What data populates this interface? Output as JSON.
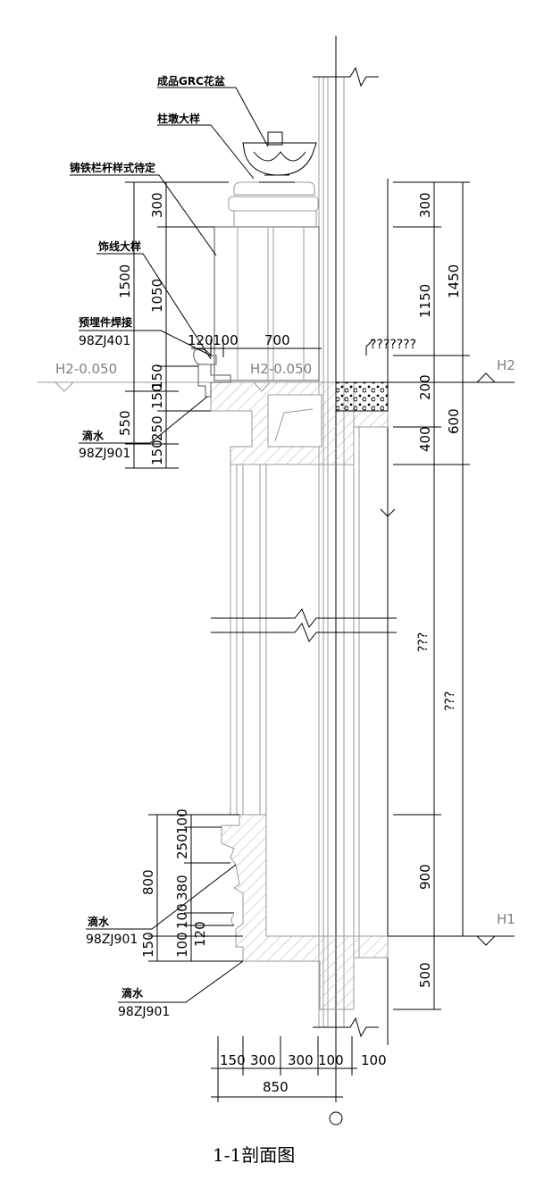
{
  "title": "1-1剖面图",
  "labels": {
    "grc_flowerpot": "成品GRC花盆",
    "column_cap": "柱墩大样",
    "iron_railing": "铸铁栏杆样式待定",
    "molding": "饰线大样",
    "embedded_weld": "预埋件焊接",
    "ref_98zj401": "98ZJ401",
    "drip_1": "滴水",
    "ref_98zj901_1": "98ZJ901",
    "drip_2": "滴水",
    "ref_98zj901_2": "98ZJ901",
    "drip_3": "滴水",
    "ref_98zj901_3": "98ZJ901",
    "unknown_top": "???????",
    "unknown_mid": "???",
    "unknown_mid2": "???"
  },
  "levels": {
    "h2_left": "H2-0.050",
    "h2_mid": "H2-0.050",
    "h2_right": "H2",
    "h1_right": "H1"
  },
  "dims_left_top": [
    "300",
    "1500",
    "1050",
    "150",
    "550",
    "150",
    "250",
    "150"
  ],
  "dims_right_top": [
    "300",
    "1150",
    "1450",
    "200",
    "600",
    "400"
  ],
  "dims_horizontal_top": [
    "120",
    "100",
    "700"
  ],
  "dims_left_bottom": [
    "100",
    "250",
    "800",
    "380",
    "100",
    "120",
    "150",
    "100"
  ],
  "dims_right_bottom": [
    "900",
    "500"
  ],
  "dims_bottom": [
    "150",
    "300",
    "300",
    "100",
    "100",
    "850"
  ]
}
